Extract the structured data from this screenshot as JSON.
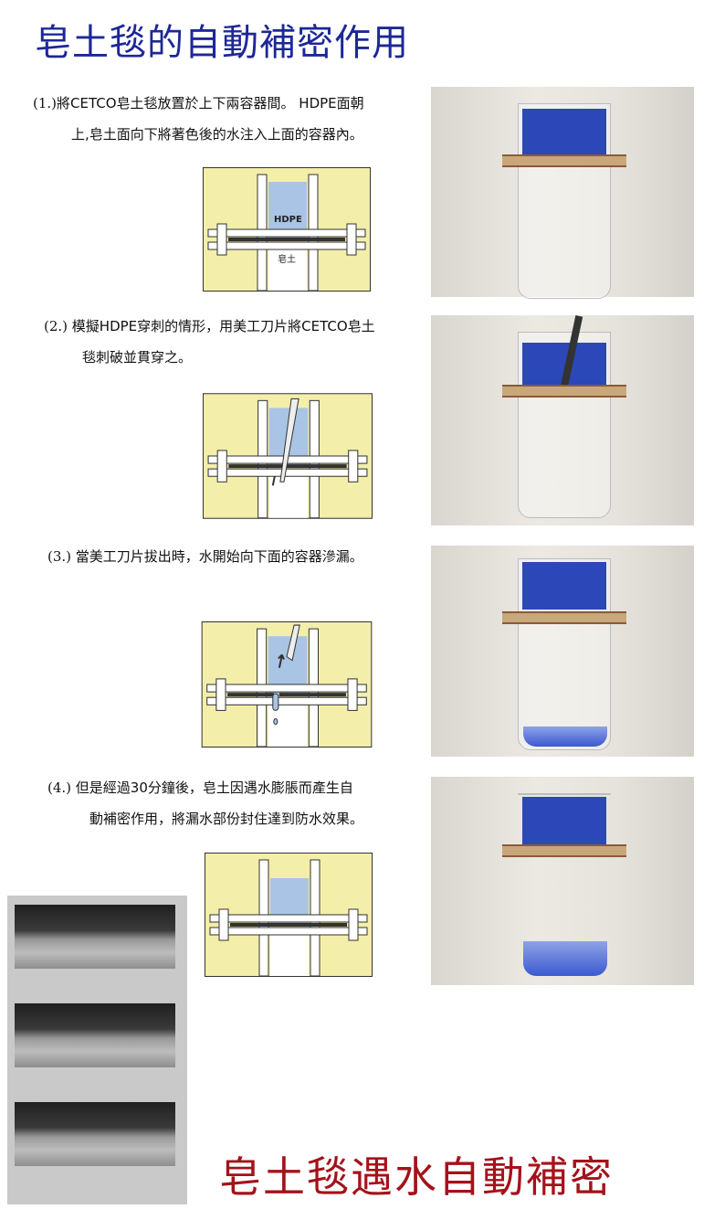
{
  "title": "皂土毯的自動補密作用",
  "steps": [
    {
      "num": "(1.)",
      "line1": "將CETCO皂土毯放置於上下兩容器間。 HDPE面朝",
      "line2": "上,皂土面向下將著色後的水注入上面的容器內。"
    },
    {
      "num": "(2.)",
      "line1": "模擬HDPE穿刺的情形，用美工刀片將CETCO皂土",
      "line2": "毯刺破並貫穿之。"
    },
    {
      "num": "(3.)",
      "line1": "當美工刀片拔出時，水開始向下面的容器滲漏。",
      "line2": ""
    },
    {
      "num": "(4.)",
      "line1": "但是經過30分鐘後，皂土因遇水膨脹而產生自",
      "line2": "動補密作用，將漏水部份封住達到防水效果。"
    }
  ],
  "diagram_labels": {
    "hdpe": "HDPE",
    "bentonite": "皂土"
  },
  "bottom_title": "皂土毯遇水自動補密",
  "colors": {
    "title": "#1c2896",
    "bottom_title": "#a5121a",
    "diagram_bg": "#f3eeaa",
    "water": "#a9c4e4",
    "dye": "#2b47b8"
  }
}
